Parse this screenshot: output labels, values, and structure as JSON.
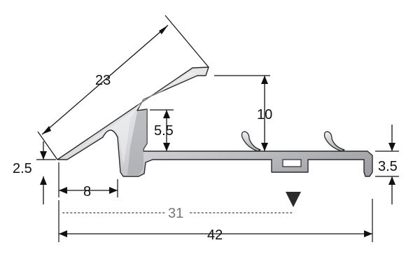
{
  "colors": {
    "profile_light": "#f2f2f4",
    "profile_mid": "#c7c8cc",
    "profile_dark": "#8d8f95",
    "outline": "#2a2a2a",
    "dimension": "#111111",
    "dotted": "#888888",
    "marker": "#2b2b2b"
  },
  "dimensions": {
    "slope_length": "23",
    "height_total": "10",
    "inner_height": "5.5",
    "lip_height": "2.5",
    "foot_width": "8",
    "cover_width": "31",
    "total_width": "42",
    "end_thickness": "3.5"
  },
  "icons": {
    "marker": "down-triangle-icon"
  }
}
